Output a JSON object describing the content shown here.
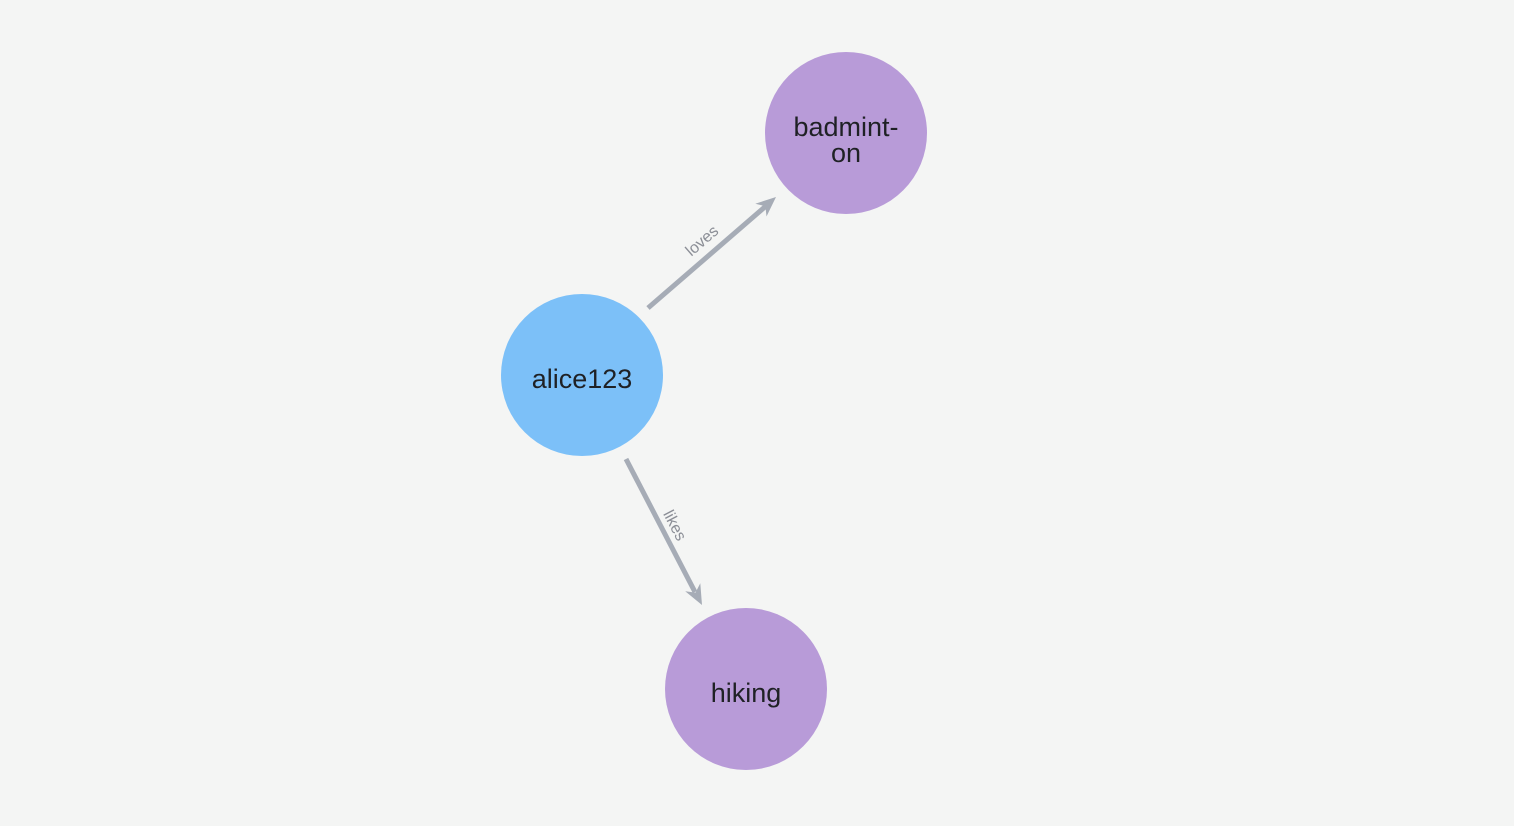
{
  "colors": {
    "background": "#F4F5F4",
    "edge": "#A6ACB6",
    "edge_label_text": "#8B8E96",
    "node_label_text": "#1F2125",
    "person_node_fill": "#7CC0F8",
    "interest_node_fill": "#B89BD8"
  },
  "graph": {
    "nodes": [
      {
        "id": "alice123",
        "caption": "alice123",
        "label_lines": [
          "alice123"
        ],
        "color": "#7CC0F8"
      },
      {
        "id": "badminton",
        "caption": "badmint-on",
        "label_lines": [
          "badmint-",
          "on"
        ],
        "color": "#B89BD8"
      },
      {
        "id": "hiking",
        "caption": "hiking",
        "label_lines": [
          "hiking"
        ],
        "color": "#B89BD8"
      }
    ],
    "edges": [
      {
        "from": "alice123",
        "to": "badminton",
        "label": "loves"
      },
      {
        "from": "alice123",
        "to": "hiking",
        "label": "likes"
      }
    ]
  }
}
